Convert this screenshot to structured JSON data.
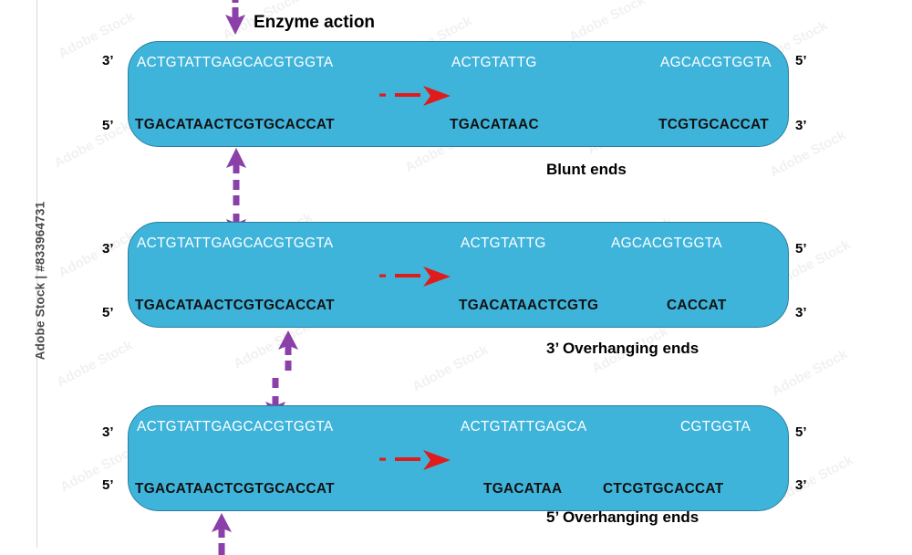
{
  "figure": {
    "enzyme_action_label": "Enzyme action",
    "colors": {
      "dna_fill": "#3FB4DB",
      "dna_border": "#2B7F9E",
      "top_strand_text": "#FFFFFF",
      "bottom_strand_text": "#111111",
      "cut_arrow": "#E01B1B",
      "flow_arrow": "#8B3FA8"
    }
  },
  "watermark": {
    "side_text": "Adobe Stock | #833964731",
    "tile_text": "Adobe Stock"
  },
  "panels": [
    {
      "id": "blunt-ends",
      "caption": "Blunt ends",
      "left_label_top": "3’",
      "left_label_bottom": "5’",
      "right_label_top": "5’",
      "right_label_bottom": "3’",
      "top_strand": [
        "ACTGTATTGAGCACGTGGTA",
        "ACTGTATTG",
        "AGCACGTGGTA"
      ],
      "bottom_strand": [
        "TGACATAACTCGTGCACCAT",
        "TGACATAAC",
        "TCGTGCACCAT"
      ]
    },
    {
      "id": "three-prime-overhang",
      "caption": "3’ Overhanging ends",
      "left_label_top": "3’",
      "left_label_bottom": "5’",
      "right_label_top": "5’",
      "right_label_bottom": "3’",
      "top_strand": [
        "ACTGTATTGAGCACGTGGTA",
        "ACTGTATTG",
        "AGCACGTGGTA"
      ],
      "bottom_strand": [
        "TGACATAACTCGTGCACCAT",
        "TGACATAACTCGTG",
        "CACCAT"
      ]
    },
    {
      "id": "five-prime-overhang",
      "caption": "5’ Overhanging ends",
      "left_label_top": "3’",
      "left_label_bottom": "5’",
      "right_label_top": "5’",
      "right_label_bottom": "3’",
      "top_strand": [
        "ACTGTATTGAGCACGTGGTA",
        "ACTGTATTGAGCA",
        "CGTGGTA"
      ],
      "bottom_strand": [
        "TGACATAACTCGTGCACCAT",
        "TGACATAA",
        "CTCGTGCACCAT"
      ]
    }
  ]
}
